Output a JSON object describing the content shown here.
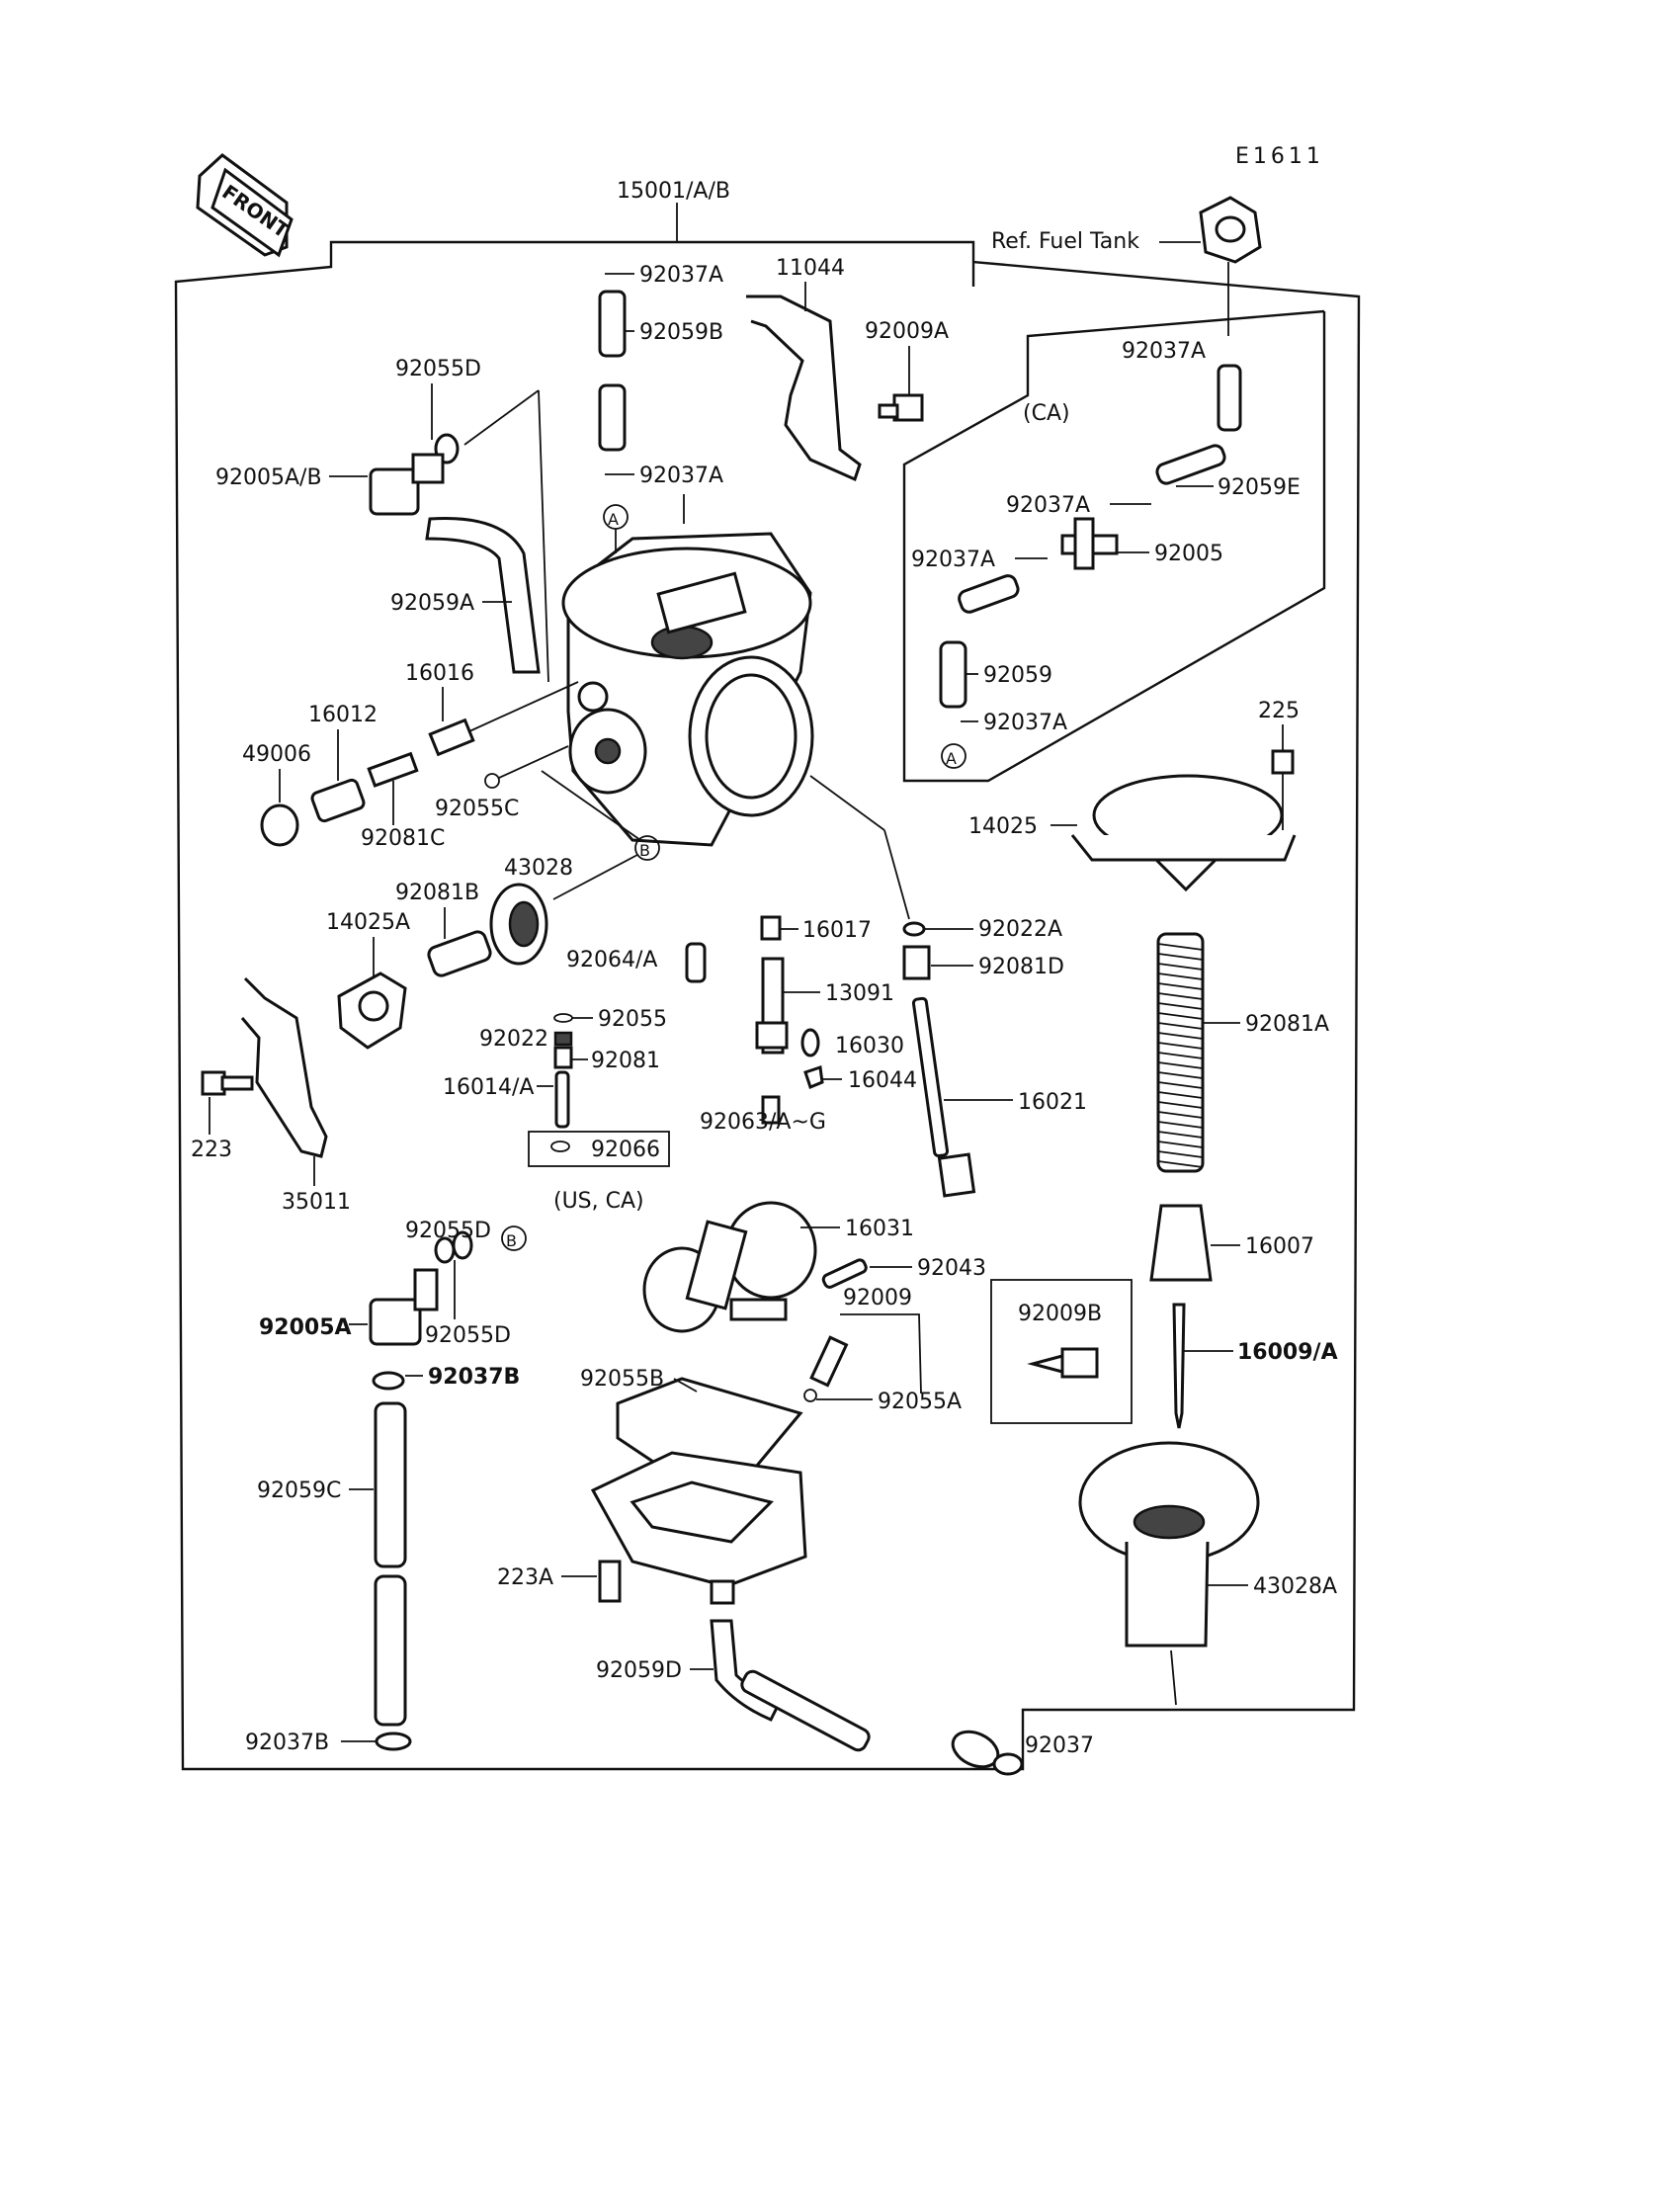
{
  "diagram_code": "E1611",
  "front_label": "FRONT",
  "assembly_label": "15001/A/B",
  "ref_label": "Ref. Fuel Tank",
  "ca_label": "(CA)",
  "us_ca_label": "(US, CA)",
  "callout_a": "A",
  "callout_b": "B",
  "parts": {
    "p11044": "11044",
    "p92037A_1": "92037A",
    "p92059B": "92059B",
    "p92009A": "92009A",
    "p92037A_2": "92037A",
    "p92055D_top": "92055D",
    "p92005AB": "92005A/B",
    "p92059A": "92059A",
    "p16016": "16016",
    "p16012": "16012",
    "p49006": "49006",
    "p92081C": "92081C",
    "p92055C": "92055C",
    "p43028": "43028",
    "p92081B": "92081B",
    "p14025A": "14025A",
    "p92064A": "92064/A",
    "p92055": "92055",
    "p92022": "92022",
    "p92081": "92081",
    "p16014A": "16014/A",
    "p92066": "92066",
    "p223": "223",
    "p35011": "35011",
    "p16017": "16017",
    "p13091": "13091",
    "p16030": "16030",
    "p16044": "16044",
    "p92063": "92063/A~G",
    "p92022A": "92022A",
    "p92081D": "92081D",
    "p16021": "16021",
    "ca_92037A_1": "92037A",
    "ca_92059E": "92059E",
    "ca_92037A_2": "92037A",
    "ca_92037A_3": "92037A",
    "ca_92005": "92005",
    "ca_92059": "92059",
    "ca_92037A_4": "92037A",
    "p225": "225",
    "p14025": "14025",
    "p92081A": "92081A",
    "p16007": "16007",
    "p16009A": "16009/A",
    "p43028A": "43028A",
    "p92009B": "92009B",
    "p16031": "16031",
    "p92043": "92043",
    "p92009": "92009",
    "p92055A": "92055A",
    "p92055B": "92055B",
    "p223A": "223A",
    "p92059D": "92059D",
    "p92037": "92037",
    "p92055D_a": "92055D",
    "p92055D_b": "92055D",
    "p92005A": "92005A",
    "p92037B_1": "92037B",
    "p92059C": "92059C",
    "p92037B_2": "92037B"
  }
}
